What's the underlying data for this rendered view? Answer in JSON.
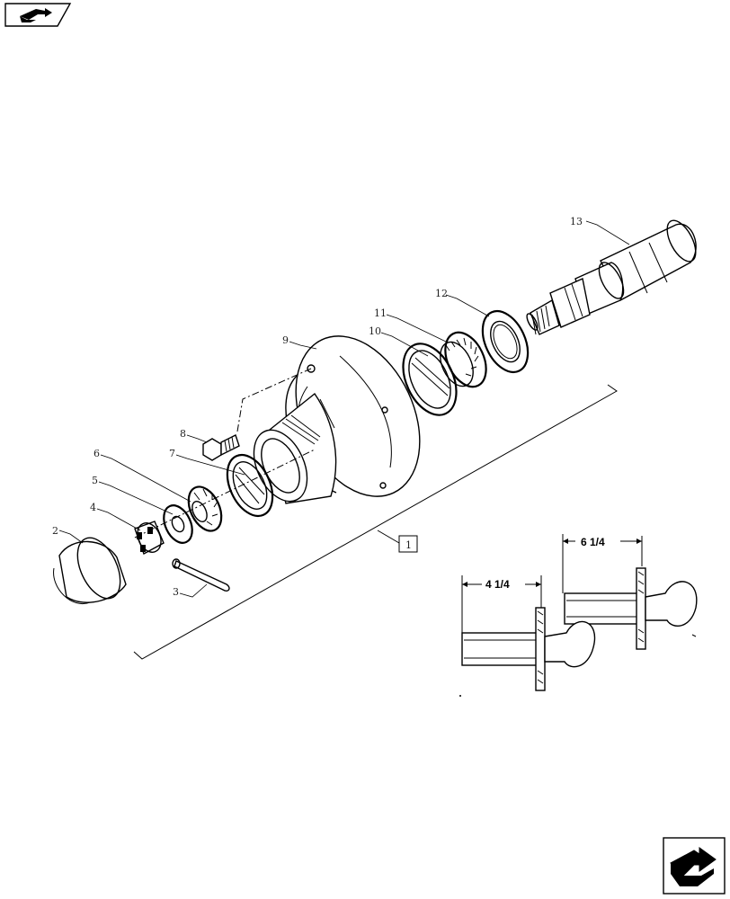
{
  "callouts": [
    "1",
    "2",
    "3",
    "4",
    "5",
    "6",
    "7",
    "8",
    "9",
    "10",
    "11",
    "12",
    "13"
  ],
  "dimensions": {
    "short_hub": "4 1/4",
    "long_hub": "6 1/4"
  },
  "icons": {
    "top_left": "previous-page-icon",
    "bottom_right": "next-page-icon"
  }
}
